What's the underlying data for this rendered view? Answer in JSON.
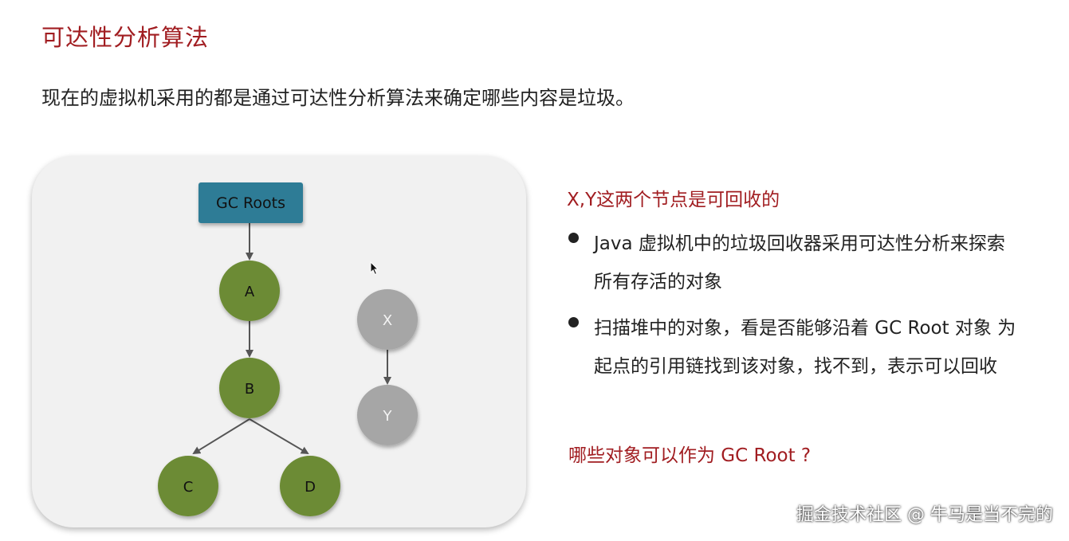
{
  "title": "可达性分析算法",
  "subtitle": "现在的虚拟机采用的都是通过可达性分析算法来确定哪些内容是垃圾。",
  "diagram": {
    "root_label": "GC Roots",
    "node_a": "A",
    "node_b": "B",
    "node_c": "C",
    "node_d": "D",
    "node_x": "X",
    "node_y": "Y",
    "colors": {
      "root_fill": "#2d7c96",
      "reachable_fill": "#6c8b34",
      "unreachable_fill": "#a6a6a6",
      "edge": "#555555"
    }
  },
  "side": {
    "heading": "X,Y这两个节点是可回收的",
    "bullet1_line1": "Java  虚拟机中的垃圾回收器采用可达性分析来探索",
    "bullet1_line2": "所有存活的对象",
    "bullet2_line1": "扫描堆中的对象，看是否能够沿着 GC Root 对象 为",
    "bullet2_line2": "起点的引用链找到该对象，找不到，表示可以回收",
    "question": "哪些对象可以作为 GC Root ?"
  },
  "watermark": "掘金技术社区 @ 牛马是当不完的",
  "icons": {
    "cursor": "mouse-pointer-icon"
  }
}
